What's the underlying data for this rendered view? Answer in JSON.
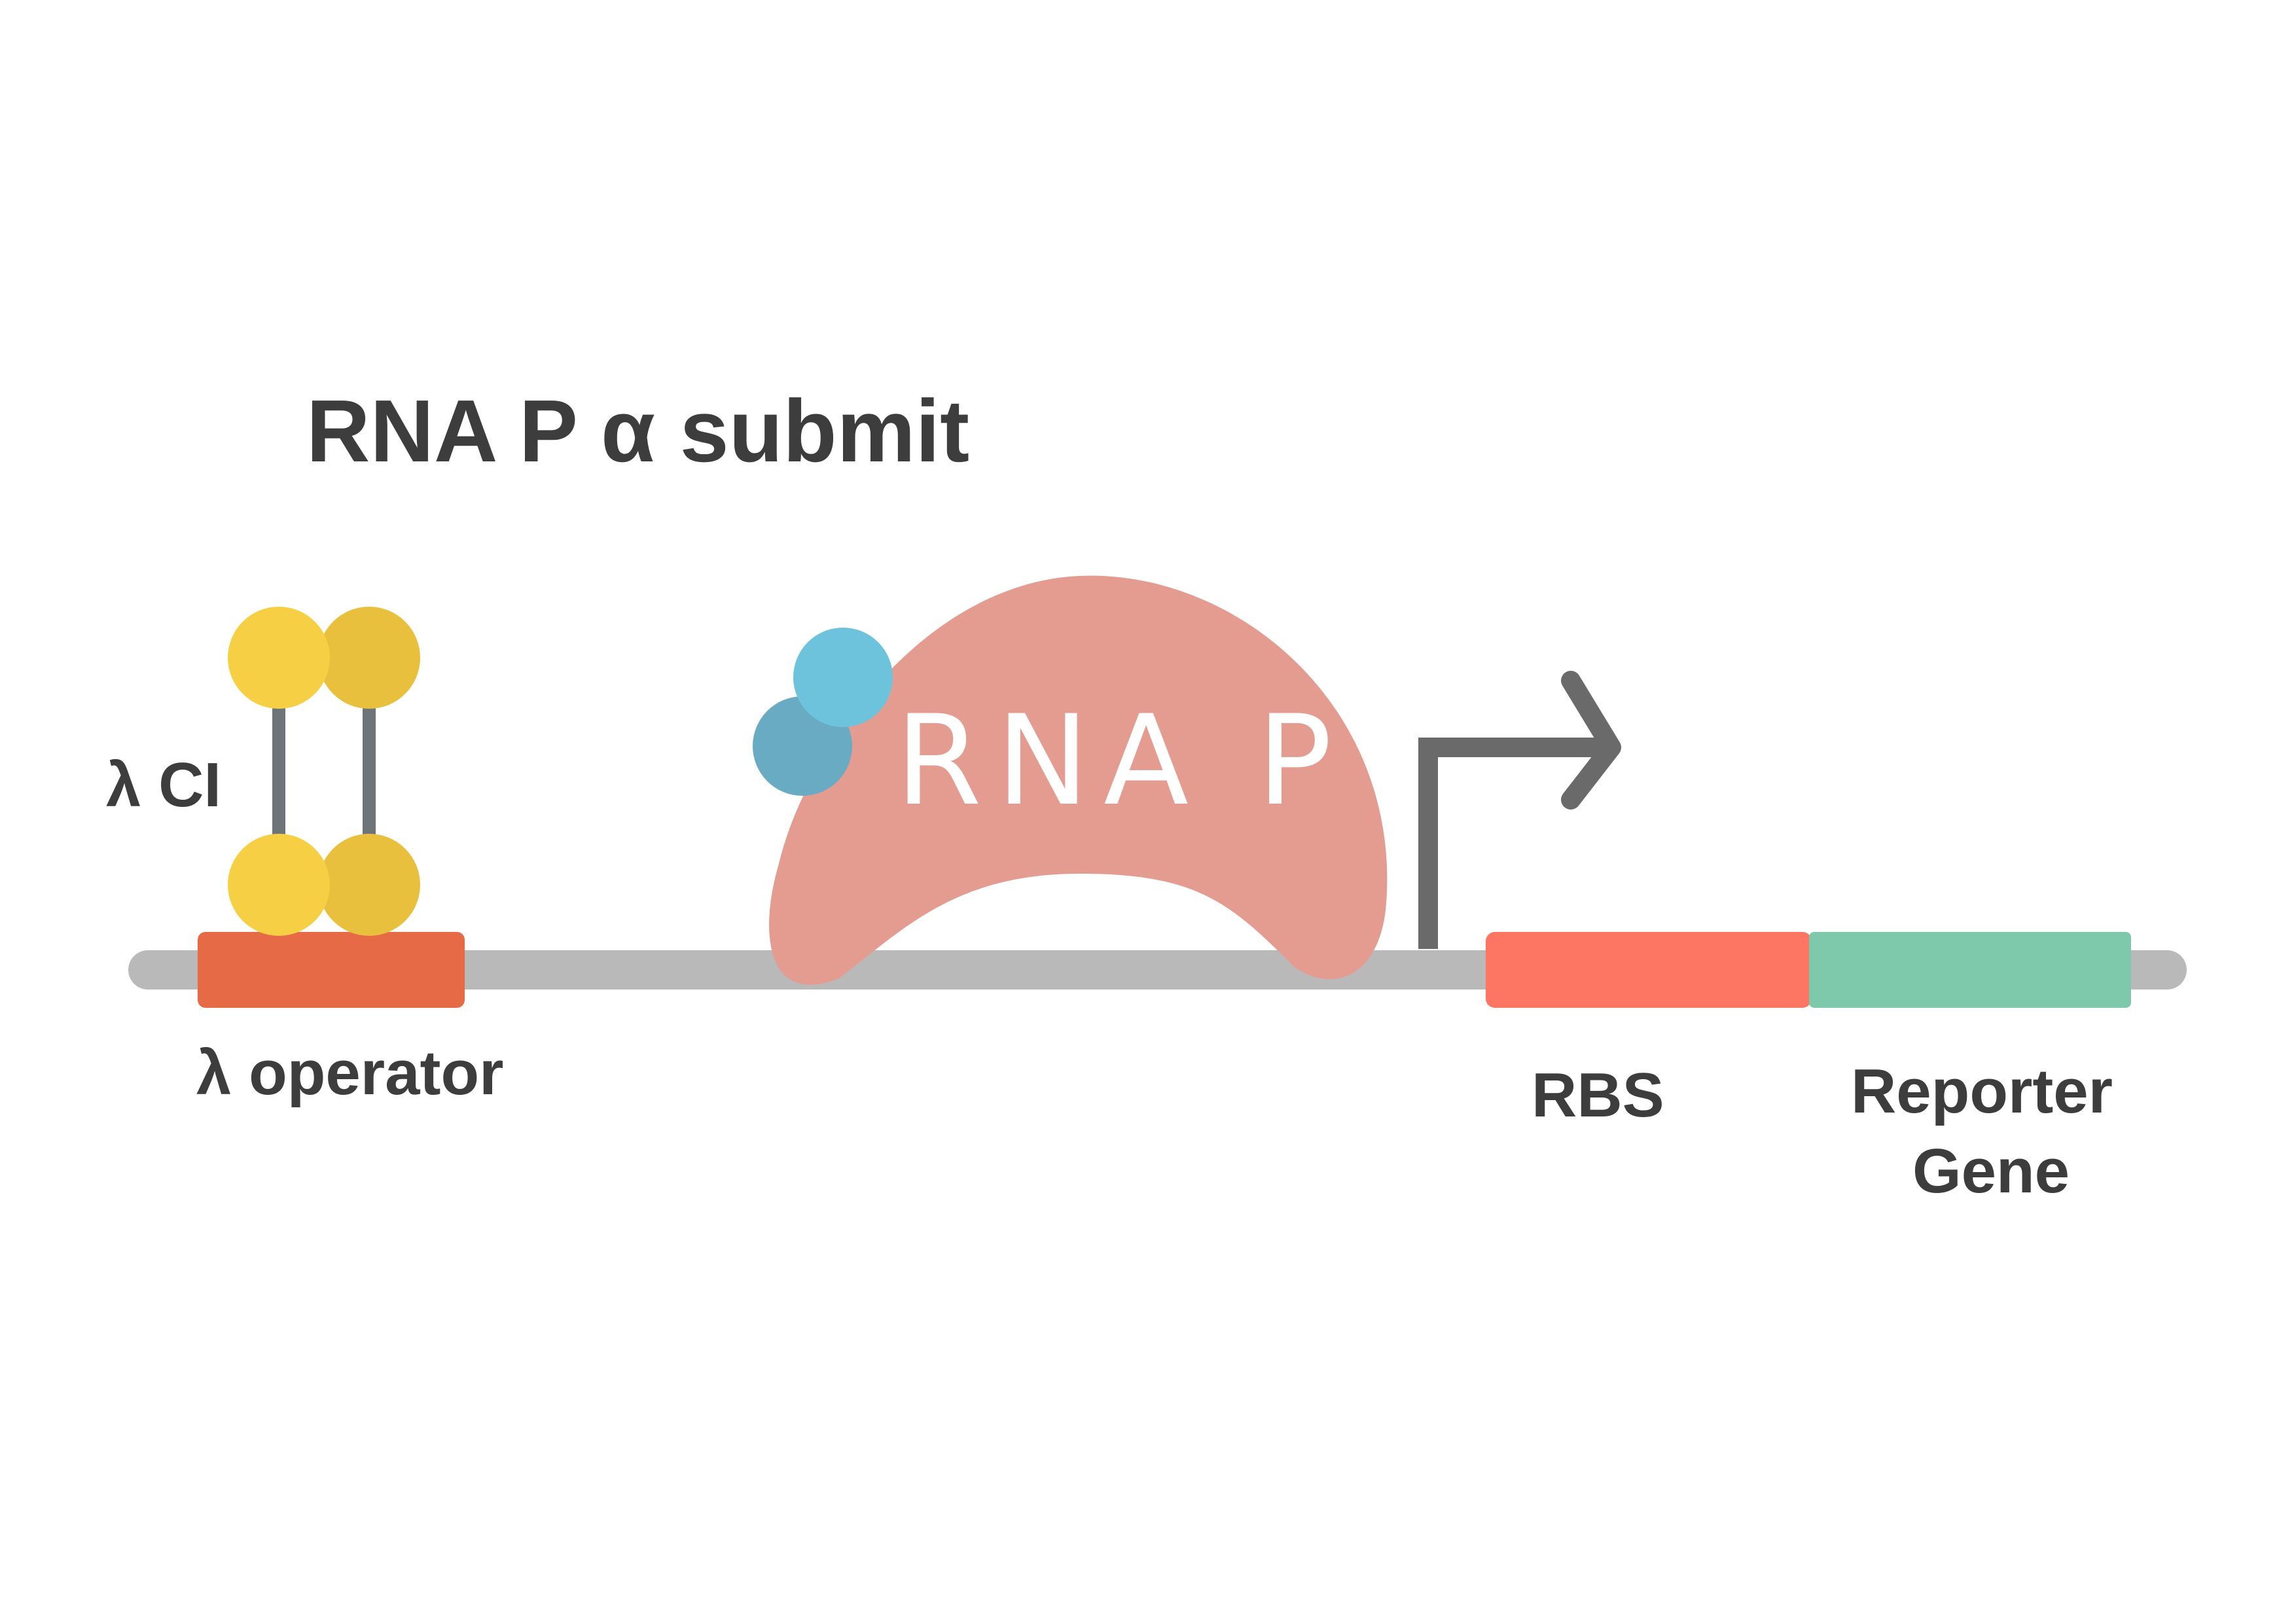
{
  "title": "RNA P α submit",
  "labels": {
    "lambda_ci": "λ CI",
    "lambda_operator": "λ operator",
    "rnap": "RNA P",
    "rbs": "RBS",
    "reporter_gene_line1": "Reporter",
    "reporter_gene_line2": "Gene"
  },
  "colors": {
    "background": "#ffffff",
    "text": "#3d3d3d",
    "dna_strand": "#b9b9b9",
    "lambda_operator": "#e66a45",
    "rbs": "#fd7664",
    "reporter_gene": "#7ec8ab",
    "rna_polymerase": "#e49c91",
    "alpha_subunit_light": "#6ec3dc",
    "alpha_subunit_dark": "#68abc3",
    "lambda_ci_light": "#f7cf45",
    "lambda_ci_dark": "#e9c03e",
    "ci_linker": "#6f7478",
    "promoter_arrow": "#6a6a6a"
  },
  "icons": {
    "promoter": "bent-arrow-icon",
    "alpha_subunit": "circle-pair-icon",
    "lambda_ci": "dimer-dumbbell-icon"
  }
}
